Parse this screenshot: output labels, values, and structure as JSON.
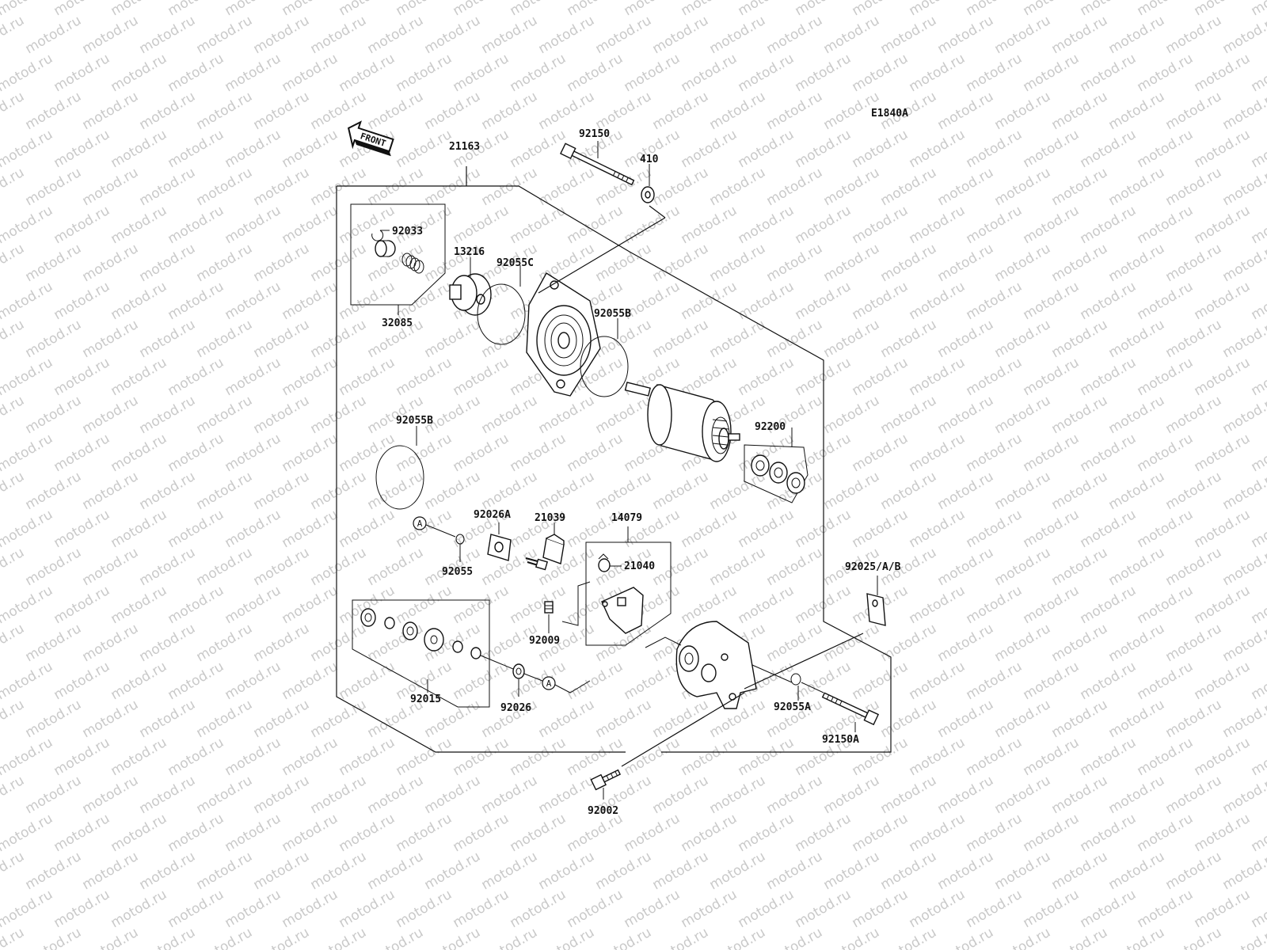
{
  "diagram_code": "E1840A",
  "front_label": "FRONT",
  "watermark": "motod.ru",
  "ref_marker": "A",
  "labels": {
    "p21163": "21163",
    "p92150": "92150",
    "p410": "410",
    "p92033": "92033",
    "p13216": "13216",
    "p92055C": "92055C",
    "p32085": "32085",
    "p92055B_top": "92055B",
    "p92055B_left": "92055B",
    "p92200": "92200",
    "p92026A": "92026A",
    "p21039": "21039",
    "p14079": "14079",
    "p21040": "21040",
    "p92055": "92055",
    "p92025AB": "92025/A/B",
    "p92009": "92009",
    "p92015": "92015",
    "p92026": "92026",
    "p92055A": "92055A",
    "p92150A": "92150A",
    "p92002": "92002"
  }
}
